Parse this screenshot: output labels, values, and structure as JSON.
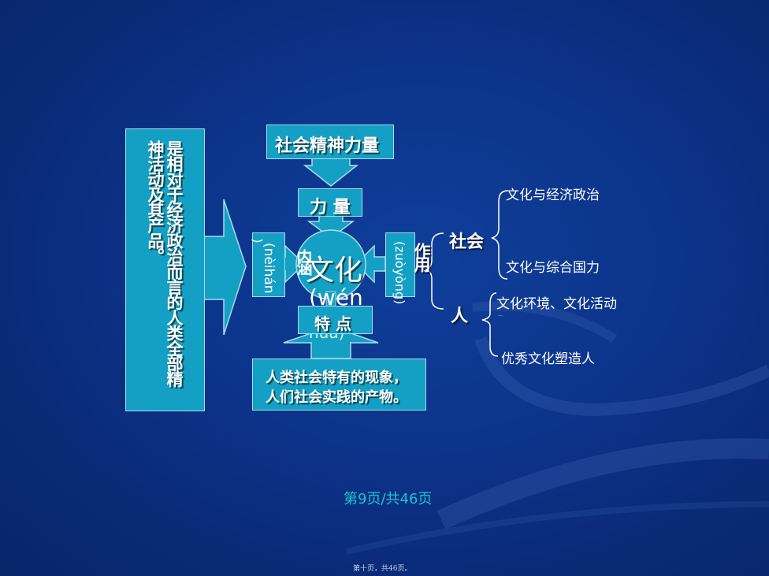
{
  "slide": {
    "definition_text": "是相对于经济政治而言的人类全部精神活动及其产品。",
    "definition_col1": "是相对于经济政治而言的人类全部精",
    "definition_col2": "神活动及其产品。",
    "top_box_label": "社会精神力量",
    "force_label": "力 量",
    "center_label": "文化",
    "center_pinyin": "(wén",
    "center_hua_pinyin": "huà)",
    "left_connotation_label": "内涵",
    "left_connotation_pinyin": "(nèihán",
    "left_connotation_close": ")",
    "right_effect_label": "作用",
    "right_effect_pinyin": "(zuòyòng)",
    "feature_label": "特 点",
    "bottom_box_line1": "人类社会特有的现象，",
    "bottom_box_line2": "人们社会实践的产物。",
    "society_label": "社会",
    "person_label": "人",
    "society_items": [
      "文化与经济政治",
      "文化与综合国力"
    ],
    "person_items": [
      "文化环境、文化活动",
      "优秀文化塑造人"
    ],
    "person_item_marker": "--",
    "page_number": "第9页/共46页",
    "footer_small": "第十页，共46页。"
  },
  "colors": {
    "box_fill": "#14a0c4",
    "box_border": "#a8dcea",
    "background": "#0c3389",
    "page_number": "#19c4d8"
  }
}
